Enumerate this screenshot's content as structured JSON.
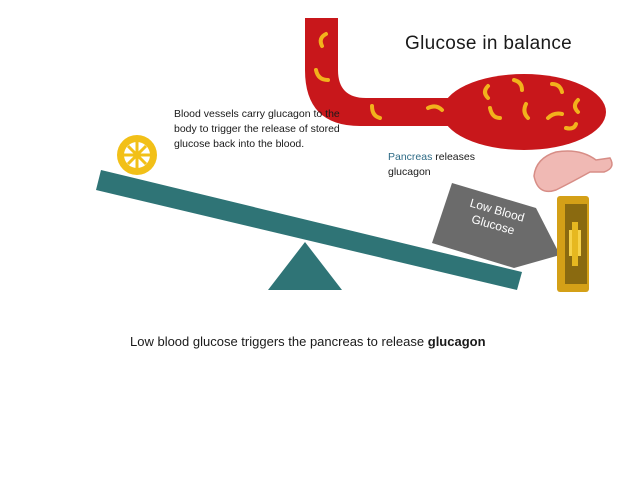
{
  "title": "Glucose in balance",
  "vessels_note": "Blood vessels carry glucagon to the body to trigger the release of stored glucose back into the blood.",
  "pancreas_note": {
    "highlight": "Pancreas",
    "rest": " releases glucagon"
  },
  "arrow_label": "Low Blood Glucose",
  "caption": {
    "lead": "Low blood glucose triggers the pancreas to release ",
    "bold": "glucagon"
  },
  "colors": {
    "blood": "#c8171b",
    "glucose": "#f2b21c",
    "seesaw": "#2f7476",
    "arrow": "#6b6b6b",
    "gauge_frame": "#d4a017",
    "pancreas": "#f0b9b4",
    "accent_text": "#2e6b86"
  }
}
